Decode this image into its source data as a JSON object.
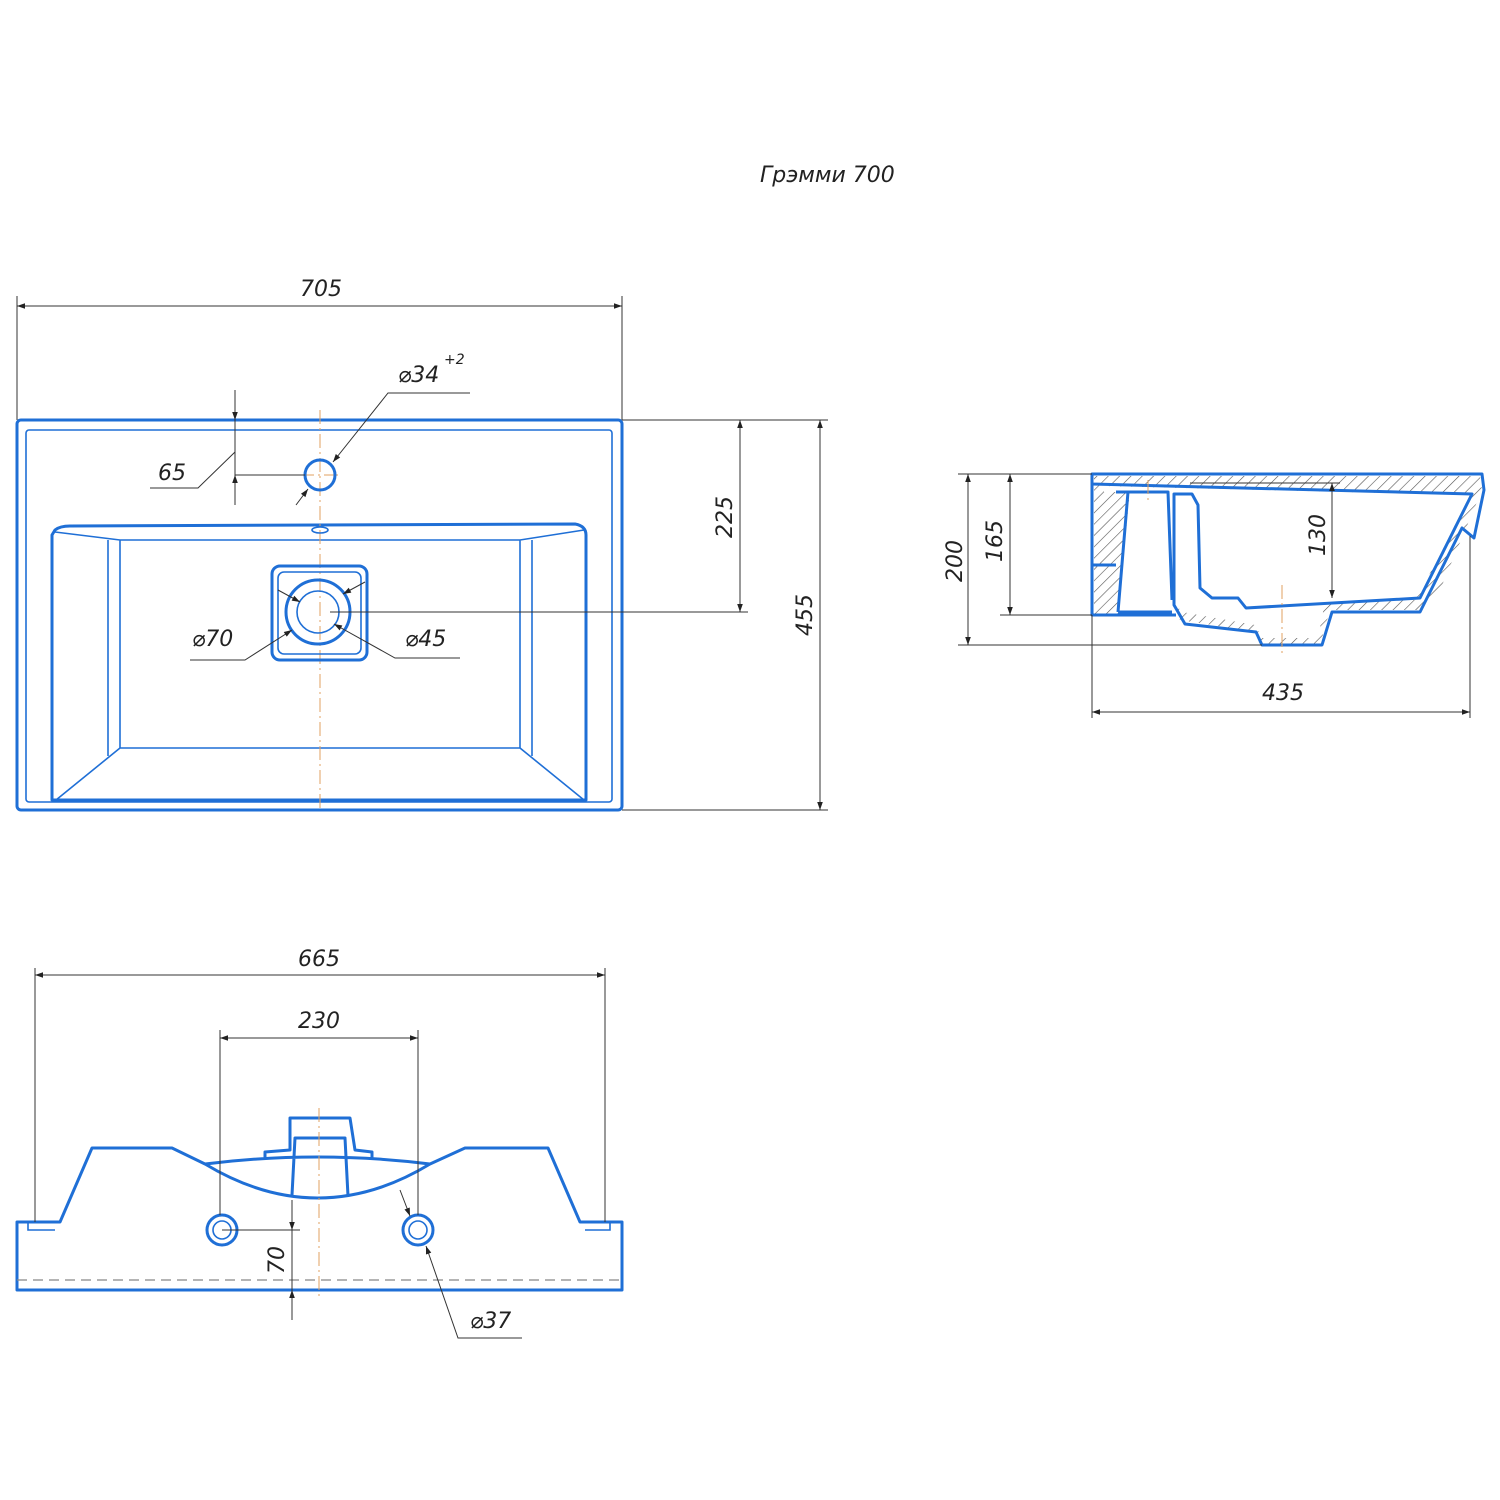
{
  "title": "Грэмми 700",
  "top_view": {
    "width": "705",
    "depth": "455",
    "drain_offset": "225",
    "tap_hole_offset": "65",
    "tap_hole_diameter": "⌀34",
    "tap_hole_tolerance": "+2",
    "drain_outer_diameter": "⌀70",
    "drain_inner_diameter": "⌀45"
  },
  "side_view": {
    "total_height": "200",
    "body_height": "165",
    "bowl_depth": "130",
    "depth": "435"
  },
  "bottom_view": {
    "width": "665",
    "mount_hole_spacing": "230",
    "mount_hole_offset": "70",
    "mount_hole_diameter": "⌀37"
  },
  "colors": {
    "outline": "#1f6fd6",
    "centerline": "#e0a060",
    "dimension": "#333333"
  }
}
